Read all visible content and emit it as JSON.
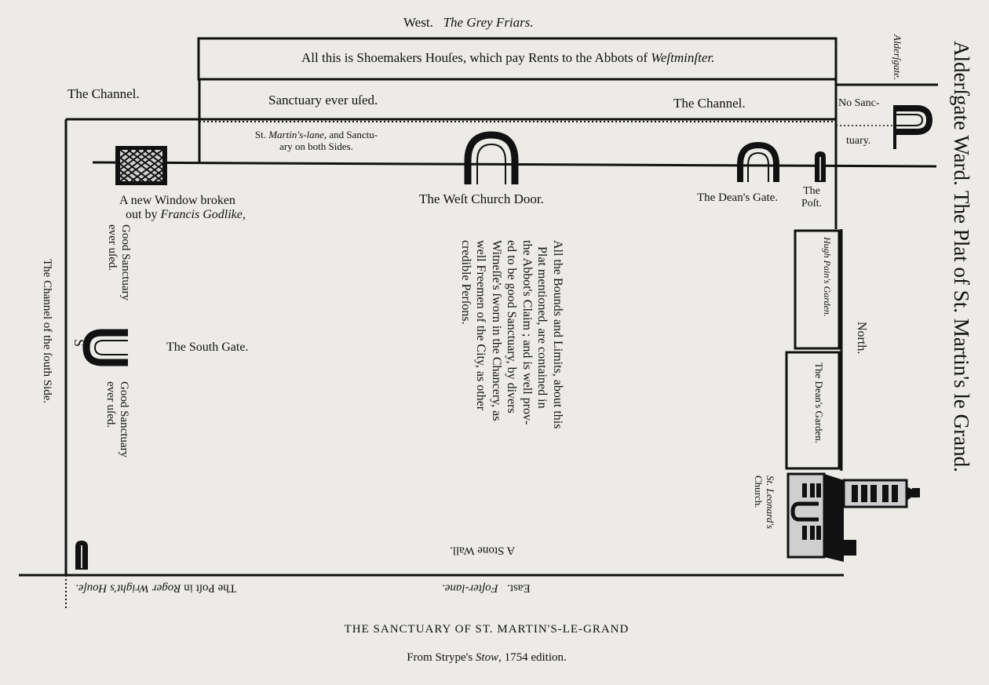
{
  "map": {
    "compass": {
      "west": "West.",
      "north": "North.",
      "east": "East."
    },
    "streets": {
      "grey_friars": "The Grey Friars.",
      "aldersgate": "Alderſgate.",
      "foster_lane": "Foſter-lane.",
      "channel_west": "The Channel.",
      "channel_mid": "The Channel.",
      "channel_south": "The Channel of the ſouth Side.",
      "stone_wall": "A Stone Wall."
    },
    "labels": {
      "shoemakers_pre": "All this is Shoemakers Houſes, which pay Rents to the Abbots of ",
      "shoemakers_place": "Weſtminſter.",
      "sanctuary_ever": "Sanctuary ever uſed.",
      "no_sanctuary_1": "No Sanc-",
      "no_sanctuary_2": "tuary.",
      "martins_lane_a": "St. ",
      "martins_lane_b": "Martin's-lane,",
      "martins_lane_c": " and Sanctu-",
      "martins_lane_d": "ary on both Sides.",
      "window_1": "A new Window broken",
      "window_2a": "out by ",
      "window_2b": "Francis Godlike,",
      "west_church_door": "The Weſt Church Door.",
      "deans_gate": "The Dean's Gate.",
      "the_post_1": "The",
      "the_post_2": "Poſt.",
      "good_sanctuary_top_1": "Good Sanctuary",
      "good_sanctuary_top_2": "ever uſed.",
      "south_gate": "The South Gate.",
      "good_sanctuary_bottom_1": "Good Sanctuary",
      "good_sanctuary_bottom_2": "ever uſed.",
      "south_marker": "S",
      "hugh_pain_garden": "Hugh Pain's Garden.",
      "deans_garden": "The Dean's Garden.",
      "st_leonards_1": "St. Leonard's",
      "st_leonards_2": "Church.",
      "post_roger_pre": "The Poſt in ",
      "post_roger_name": "Roger Wright's Houſe."
    },
    "bounds_text": [
      "All the Bounds and Limits, about this",
      "Plat mentioned, are contained in",
      "the Abbot's Claim ; and is well prov-",
      "ed to be good Sanctuary, by divers",
      "Witneſſe's ſworn in the Chancery, as",
      "well Freemen of the City, as other",
      "credible Perſons."
    ],
    "side_title": "Alderſgate Ward.   The Plat of St. Martin's le Grand."
  },
  "caption": {
    "title": "THE SANCTUARY OF ST. MARTIN'S-LE-GRAND",
    "source_pre": "From Strype's ",
    "source_work": "Stow",
    "source_post": ", 1754 edition."
  }
}
